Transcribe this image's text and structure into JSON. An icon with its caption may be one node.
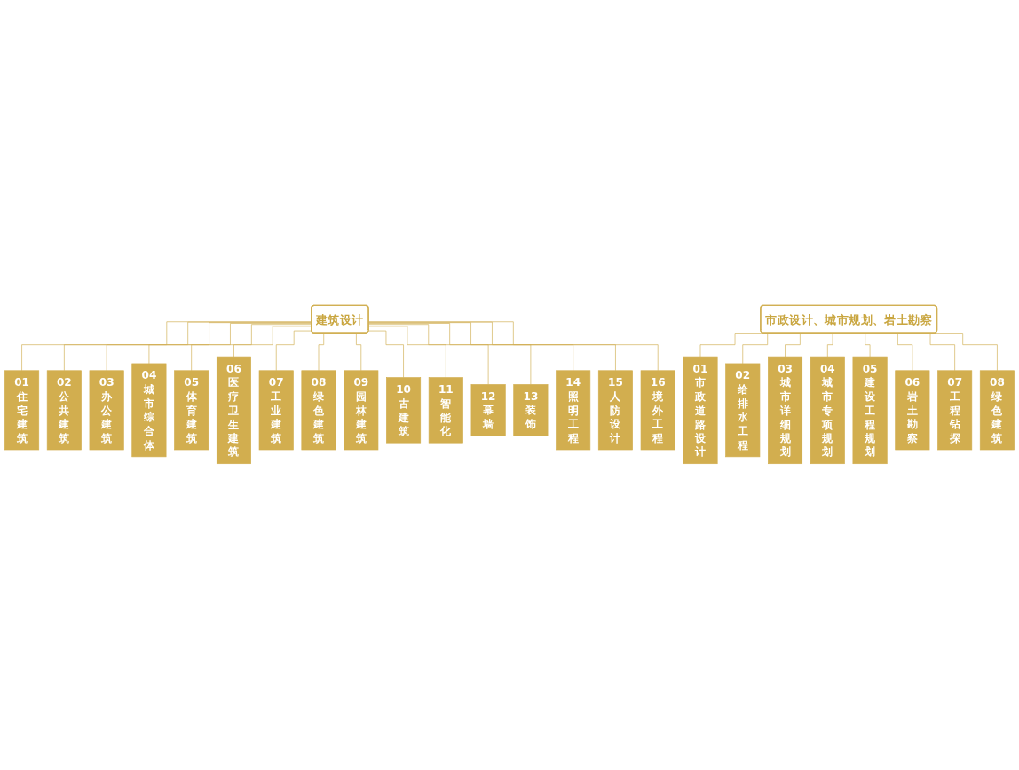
{
  "diagram": {
    "nodes": [
      {
        "text": [
          "建筑设计"
        ]
      },
      {
        "text": [
          "01",
          "住宅建筑"
        ]
      },
      {
        "text": [
          "02",
          "公共建筑"
        ]
      },
      {
        "text": [
          "03",
          "办公建筑"
        ]
      },
      {
        "text": [
          "04",
          "城市综合体"
        ]
      },
      {
        "text": [
          "05",
          "体育建筑"
        ]
      },
      {
        "text": [
          "06",
          "医疗卫生建筑"
        ]
      },
      {
        "text": [
          "07",
          "工业建筑"
        ]
      },
      {
        "text": [
          "08",
          "绿色建筑"
        ]
      },
      {
        "text": [
          "09",
          "园林建筑"
        ]
      },
      {
        "text": [
          "10",
          "古建筑"
        ]
      },
      {
        "text": [
          "11",
          "智能化"
        ]
      },
      {
        "text": [
          "12",
          "幕墙"
        ]
      },
      {
        "text": [
          "13",
          "装饰"
        ]
      },
      {
        "text": [
          "14",
          "照明工程"
        ]
      },
      {
        "text": [
          "15",
          "人防设计"
        ]
      },
      {
        "text": [
          "16",
          "境外工程"
        ]
      },
      {
        "text": [
          "市政设计、城市规划、岩土勘察"
        ]
      },
      {
        "text": [
          "01",
          "市政道路设计"
        ]
      },
      {
        "text": [
          "02",
          "给排水工程"
        ]
      },
      {
        "text": [
          "03",
          "城市详细规划"
        ]
      },
      {
        "text": [
          "04",
          "城市专项规划"
        ]
      },
      {
        "text": [
          "05",
          "建设工程规划"
        ]
      },
      {
        "text": [
          "06",
          "岩土勘察"
        ]
      },
      {
        "text": [
          "07",
          "工程钻探"
        ]
      },
      {
        "text": [
          "08",
          "绿色建筑"
        ]
      }
    ],
    "edges": [
      {
        "from": 0,
        "to": 1,
        "arrow": "none"
      },
      {
        "from": 0,
        "to": 2,
        "arrow": "none"
      },
      {
        "from": 0,
        "to": 3,
        "arrow": "none"
      },
      {
        "from": 0,
        "to": 4,
        "arrow": "none"
      },
      {
        "from": 0,
        "to": 5,
        "arrow": "none"
      },
      {
        "from": 0,
        "to": 6,
        "arrow": "none"
      },
      {
        "from": 0,
        "to": 7,
        "arrow": "none"
      },
      {
        "from": 0,
        "to": 8,
        "arrow": "none"
      },
      {
        "from": 0,
        "to": 9,
        "arrow": "none"
      },
      {
        "from": 0,
        "to": 10,
        "arrow": "none"
      },
      {
        "from": 0,
        "to": 11,
        "arrow": "none"
      },
      {
        "from": 0,
        "to": 12,
        "arrow": "none"
      },
      {
        "from": 0,
        "to": 13,
        "arrow": "none"
      },
      {
        "from": 0,
        "to": 14,
        "arrow": "none"
      },
      {
        "from": 0,
        "to": 15,
        "arrow": "none"
      },
      {
        "from": 0,
        "to": 16,
        "arrow": "none"
      },
      {
        "from": 17,
        "to": 18,
        "arrow": "none"
      },
      {
        "from": 17,
        "to": 19,
        "arrow": "none"
      },
      {
        "from": 17,
        "to": 20,
        "arrow": "none"
      },
      {
        "from": 17,
        "to": 21,
        "arrow": "none"
      },
      {
        "from": 17,
        "to": 22,
        "arrow": "none"
      },
      {
        "from": 17,
        "to": 23,
        "arrow": "none"
      },
      {
        "from": 17,
        "to": 24,
        "arrow": "none"
      },
      {
        "from": 17,
        "to": 25,
        "arrow": "none"
      }
    ]
  }
}
